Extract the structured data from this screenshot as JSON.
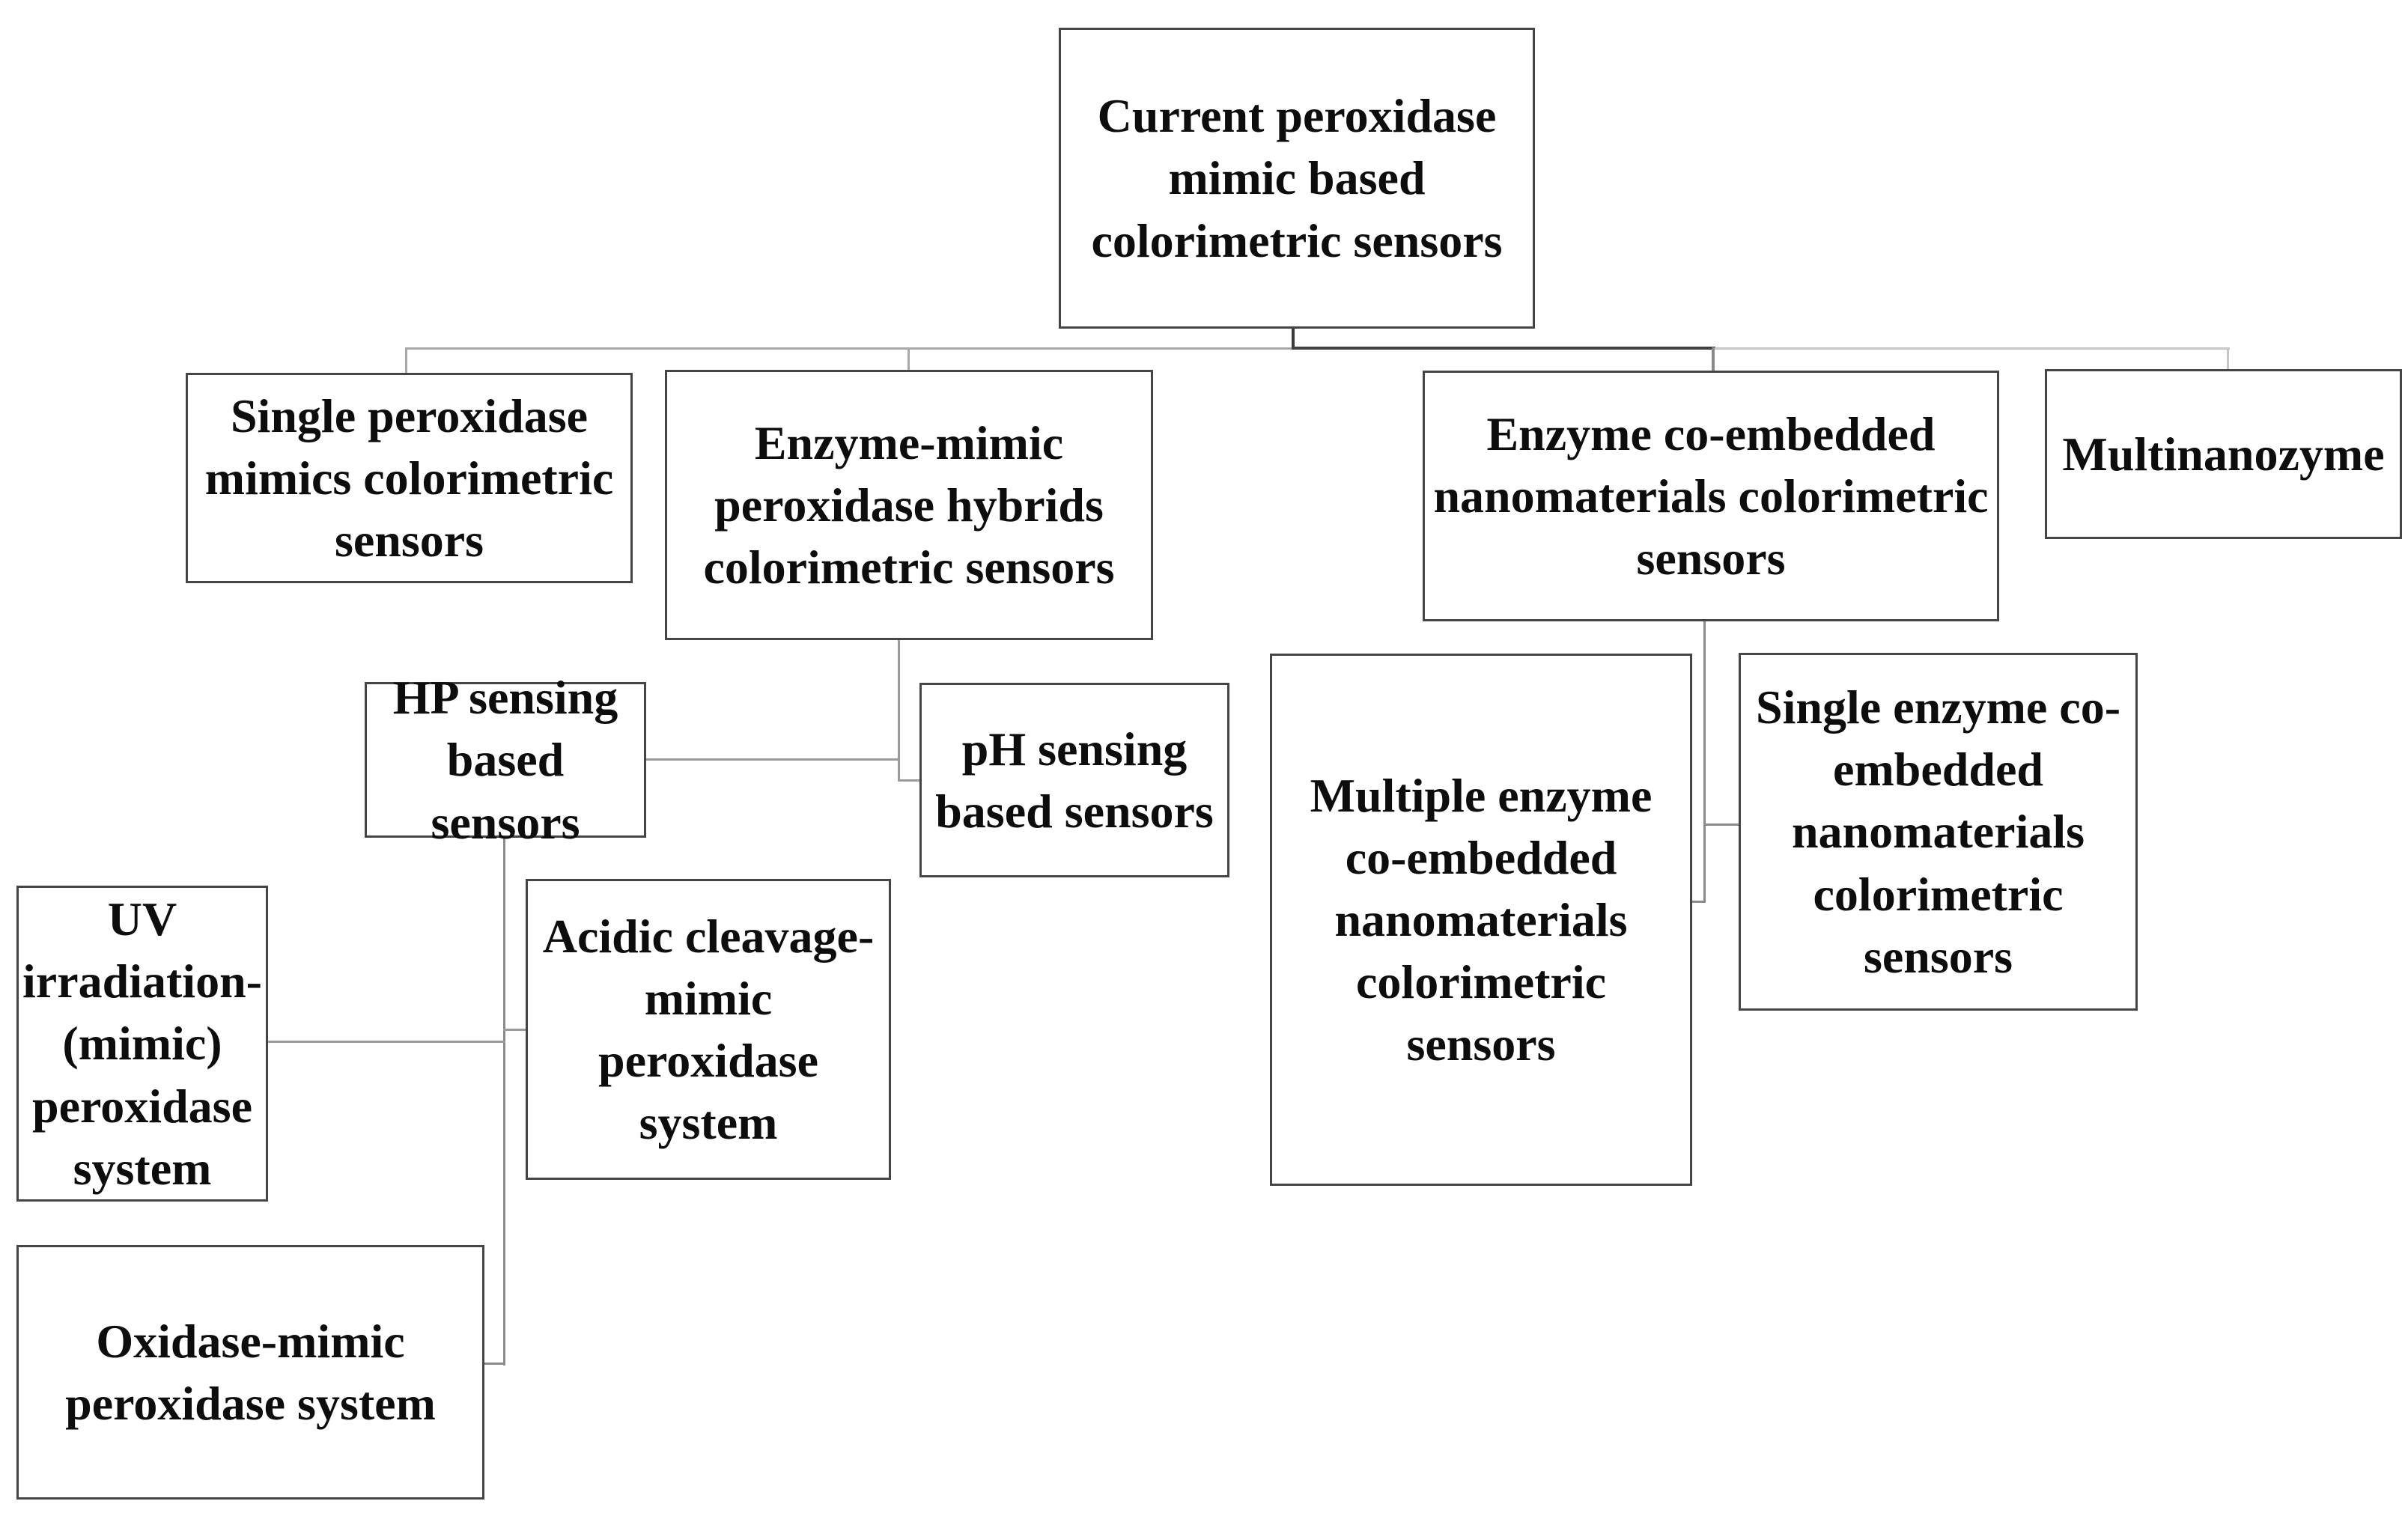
{
  "diagram": {
    "type": "hierarchy-flowchart",
    "background_color": "#ffffff",
    "box_border_color": "#454545",
    "text_color": "#0d0d0d",
    "connector_colors": {
      "dark": "#3f3f3f",
      "medium": "#8a8a8a",
      "light": "#c6c6c6"
    }
  },
  "nodes": {
    "top": {
      "label": "Current peroxidase\nmimic based\ncolorimetric sensors"
    },
    "single_mimics": {
      "label": "Single peroxidase\nmimics colorimetric\nsensors"
    },
    "enzyme_mimic": {
      "label": "Enzyme-mimic\nperoxidase hybrids\ncolorimetric sensors"
    },
    "co_embedded": {
      "label": "Enzyme co-embedded\nnanomaterials colorimetric\nsensors"
    },
    "multinanozyme": {
      "label": "Multinanozyme"
    },
    "hp": {
      "label": "HP sensing\nbased\nsensors"
    },
    "ph": {
      "label": "pH sensing\nbased sensors"
    },
    "multiple": {
      "label": "Multiple enzyme\nco-embedded\nnanomaterials\ncolorimetric\nsensors"
    },
    "single_enzyme": {
      "label": "Single enzyme co-\nembedded\nnanomaterials\ncolorimetric\nsensors"
    },
    "uv": {
      "label": "UV\nirradiation-\n(mimic)\nperoxidase\nsystem"
    },
    "acidic": {
      "label": "Acidic cleavage-\nmimic\nperoxidase\nsystem"
    },
    "oxidase": {
      "label": "Oxidase-mimic\nperoxidase system"
    }
  },
  "edges": [
    {
      "from": "top",
      "to": "single_mimics"
    },
    {
      "from": "top",
      "to": "enzyme_mimic"
    },
    {
      "from": "top",
      "to": "co_embedded"
    },
    {
      "from": "top",
      "to": "multinanozyme"
    },
    {
      "from": "enzyme_mimic",
      "to": "hp"
    },
    {
      "from": "enzyme_mimic",
      "to": "ph"
    },
    {
      "from": "co_embedded",
      "to": "multiple"
    },
    {
      "from": "co_embedded",
      "to": "single_enzyme"
    },
    {
      "from": "hp",
      "to": "uv"
    },
    {
      "from": "hp",
      "to": "acidic"
    },
    {
      "from": "hp",
      "to": "oxidase"
    }
  ]
}
